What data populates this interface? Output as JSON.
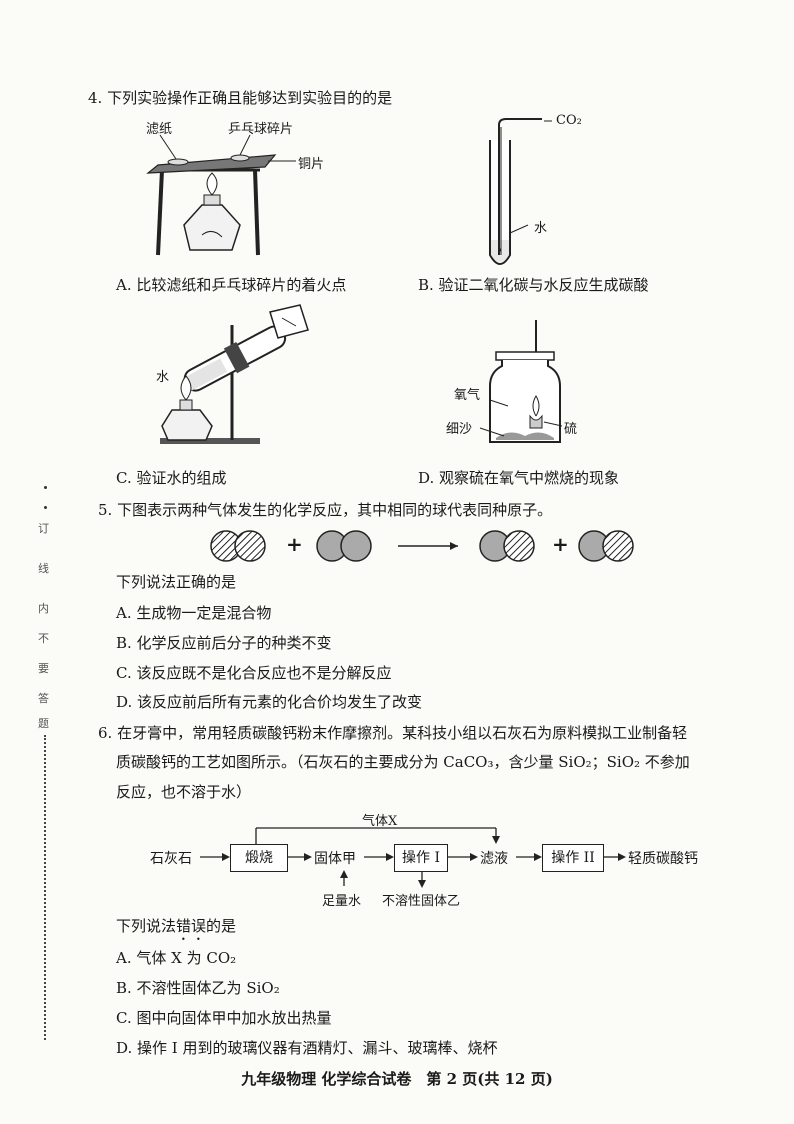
{
  "q4": {
    "stem": "4. 下列实验操作正确且能够达到实验目的的是",
    "figA": {
      "label_filter": "滤纸",
      "label_pingpong": "乒乓球碎片",
      "label_copper": "铜片",
      "caption": "A. 比较滤纸和乒乓球碎片的着火点"
    },
    "figB": {
      "label_co2": "CO₂",
      "label_water": "水",
      "caption": "B. 验证二氧化碳与水反应生成碳酸"
    },
    "figC": {
      "label_water": "水",
      "caption": "C. 验证水的组成"
    },
    "figD": {
      "label_oxygen": "氧气",
      "label_sand": "细沙",
      "label_sulfur": "硫",
      "caption": "D. 观察硫在氧气中燃烧的现象"
    }
  },
  "q5": {
    "stem": "5. 下图表示两种气体发生的化学反应，其中相同的球代表同种原子。",
    "plus": "+",
    "prompt": "下列说法正确的是",
    "options": [
      "A. 生成物一定是混合物",
      "B. 化学反应前后分子的种类不变",
      "C. 该反应既不是化合反应也不是分解反应",
      "D. 该反应前后所有元素的化合价均发生了改变"
    ]
  },
  "q6": {
    "stem_line1": "6. 在牙膏中，常用轻质碳酸钙粉末作摩擦剂。某科技小组以石灰石为原料模拟工业制备轻",
    "stem_line2": "质碳酸钙的工艺如图所示。（石灰石的主要成分为 CaCO₃，含少量 SiO₂；SiO₂ 不参加",
    "stem_line3": "反应，也不溶于水）",
    "flow": {
      "gas_x": "气体X",
      "limestone": "石灰石",
      "calcine": "煅烧",
      "solid_a": "固体甲",
      "op1": "操作 I",
      "filtrate": "滤液",
      "op2": "操作 II",
      "product": "轻质碳酸钙",
      "water": "足量水",
      "insoluble": "不溶性固体乙"
    },
    "prompt_pre": "下列说法",
    "prompt_emph": "错误",
    "prompt_post": "的是",
    "options": [
      "A. 气体 X 为 CO₂",
      "B. 不溶性固体乙为 SiO₂",
      "C. 图中向固体甲中加水放出热量",
      "D. 操作 I 用到的玻璃仪器有酒精灯、漏斗、玻璃棒、烧杯"
    ]
  },
  "footer": "九年级物理 化学综合试卷　第 2 页(共 12 页)",
  "side_chars": [
    "订",
    "线",
    "内",
    "不",
    "要",
    "答",
    "题"
  ]
}
